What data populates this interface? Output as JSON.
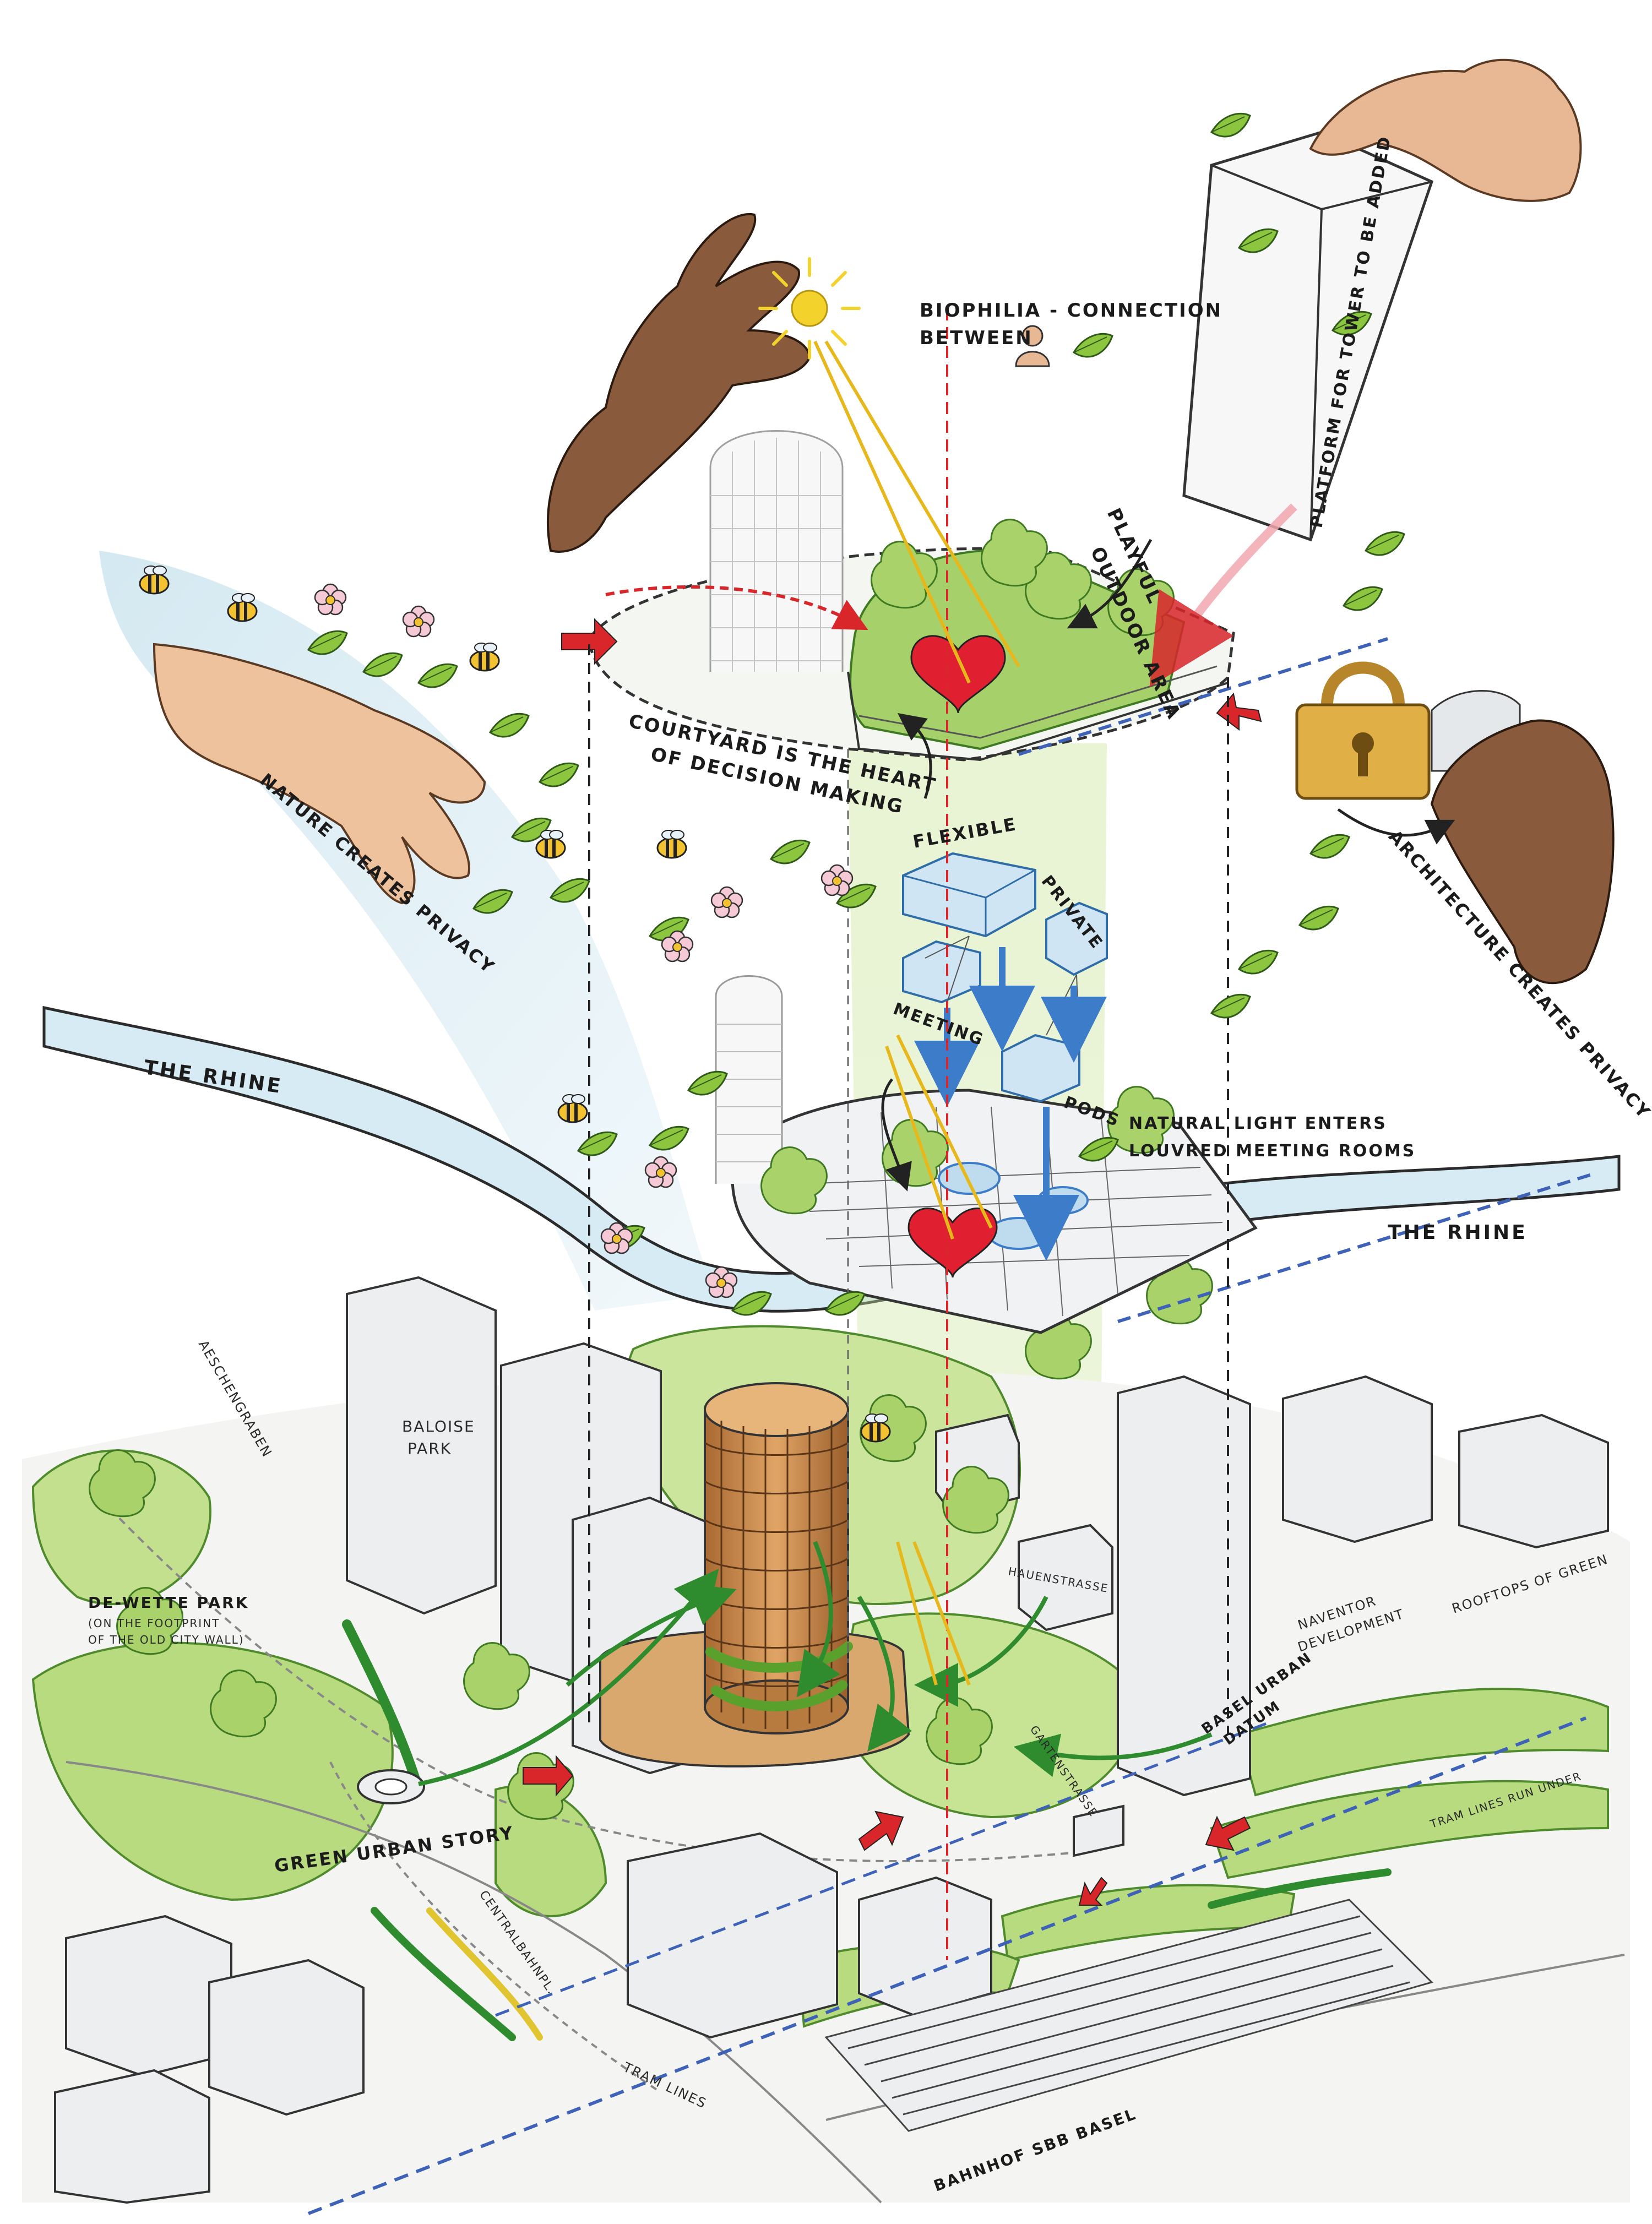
{
  "labels": {
    "biophilia_line1": "BIOPHILIA - CONNECTION",
    "biophilia_line2": "BETWEEN",
    "playful_line1": "PLAYFUL",
    "playful_line2": "OUTDOOR AREA",
    "platform": "PLATFORM FOR TOWER TO BE ADDED",
    "courtyard_line1": "COURTYARD IS THE HEART",
    "courtyard_line2": "OF DECISION MAKING",
    "nature_privacy": "NATURE CREATES PRIVACY",
    "architecture_privacy": "ARCHITECTURE CREATES PRIVACY",
    "flexible": "FLEXIBLE",
    "private": "PRIVATE",
    "meeting": "MEETING",
    "pods": "PODS",
    "natural_light_line1": "NATURAL LIGHT ENTERS",
    "natural_light_line2": "LOUVRED MEETING ROOMS",
    "rhine_left": "THE RHINE",
    "rhine_right": "THE RHINE",
    "aeschengraben": "AESCHENGRABEN",
    "baloise_line1": "BALOISE",
    "baloise_line2": "PARK",
    "dewette_line1": "DE-WETTE PARK",
    "dewette_line2": "(ON THE FOOTPRINT",
    "dewette_line3": "OF THE OLD CITY WALL)",
    "green_urban_story": "GREEN URBAN STORY",
    "centralbahnpl": "CENTRALBAHNPL.",
    "tram_lines": "TRAM LINES",
    "bahnhof": "BAHNHOF SBB BASEL",
    "basel_urban_datum_line1": "BASEL URBAN",
    "basel_urban_datum_line2": "DATUM",
    "navenor_line1": "NAVENTOR",
    "navenor_line2": "DEVELOPMENT",
    "rooftops": "ROOFTOPS OF GREEN",
    "tram_lines_green": "TRAM LINES RUN UNDER",
    "gartenstrasse": "GARTENSTRASSE",
    "gartenbauweg": "HAUENSTRASSE"
  },
  "colors": {
    "leaf": "#8cc63f",
    "leaf_dark": "#4a8f2a",
    "river": "#cfe6f0",
    "river_edge": "#2b2b2b",
    "tower_wood": "#c98a4a",
    "arrow_red": "#d8262b",
    "arrow_blue": "#3d7cc9",
    "arrow_green": "#2e8b2e",
    "sun": "#f2d22b",
    "heart": "#e02030",
    "skin_dark": "#8a5a3c",
    "skin_light": "#e8b894",
    "box_grey": "#e4e6e8",
    "green_wash": "#dcebb4"
  },
  "icons": [
    "sun-icon",
    "heart-icon",
    "padlock-icon",
    "bee-icon",
    "flower-icon",
    "person-icon",
    "leaf-icon"
  ]
}
